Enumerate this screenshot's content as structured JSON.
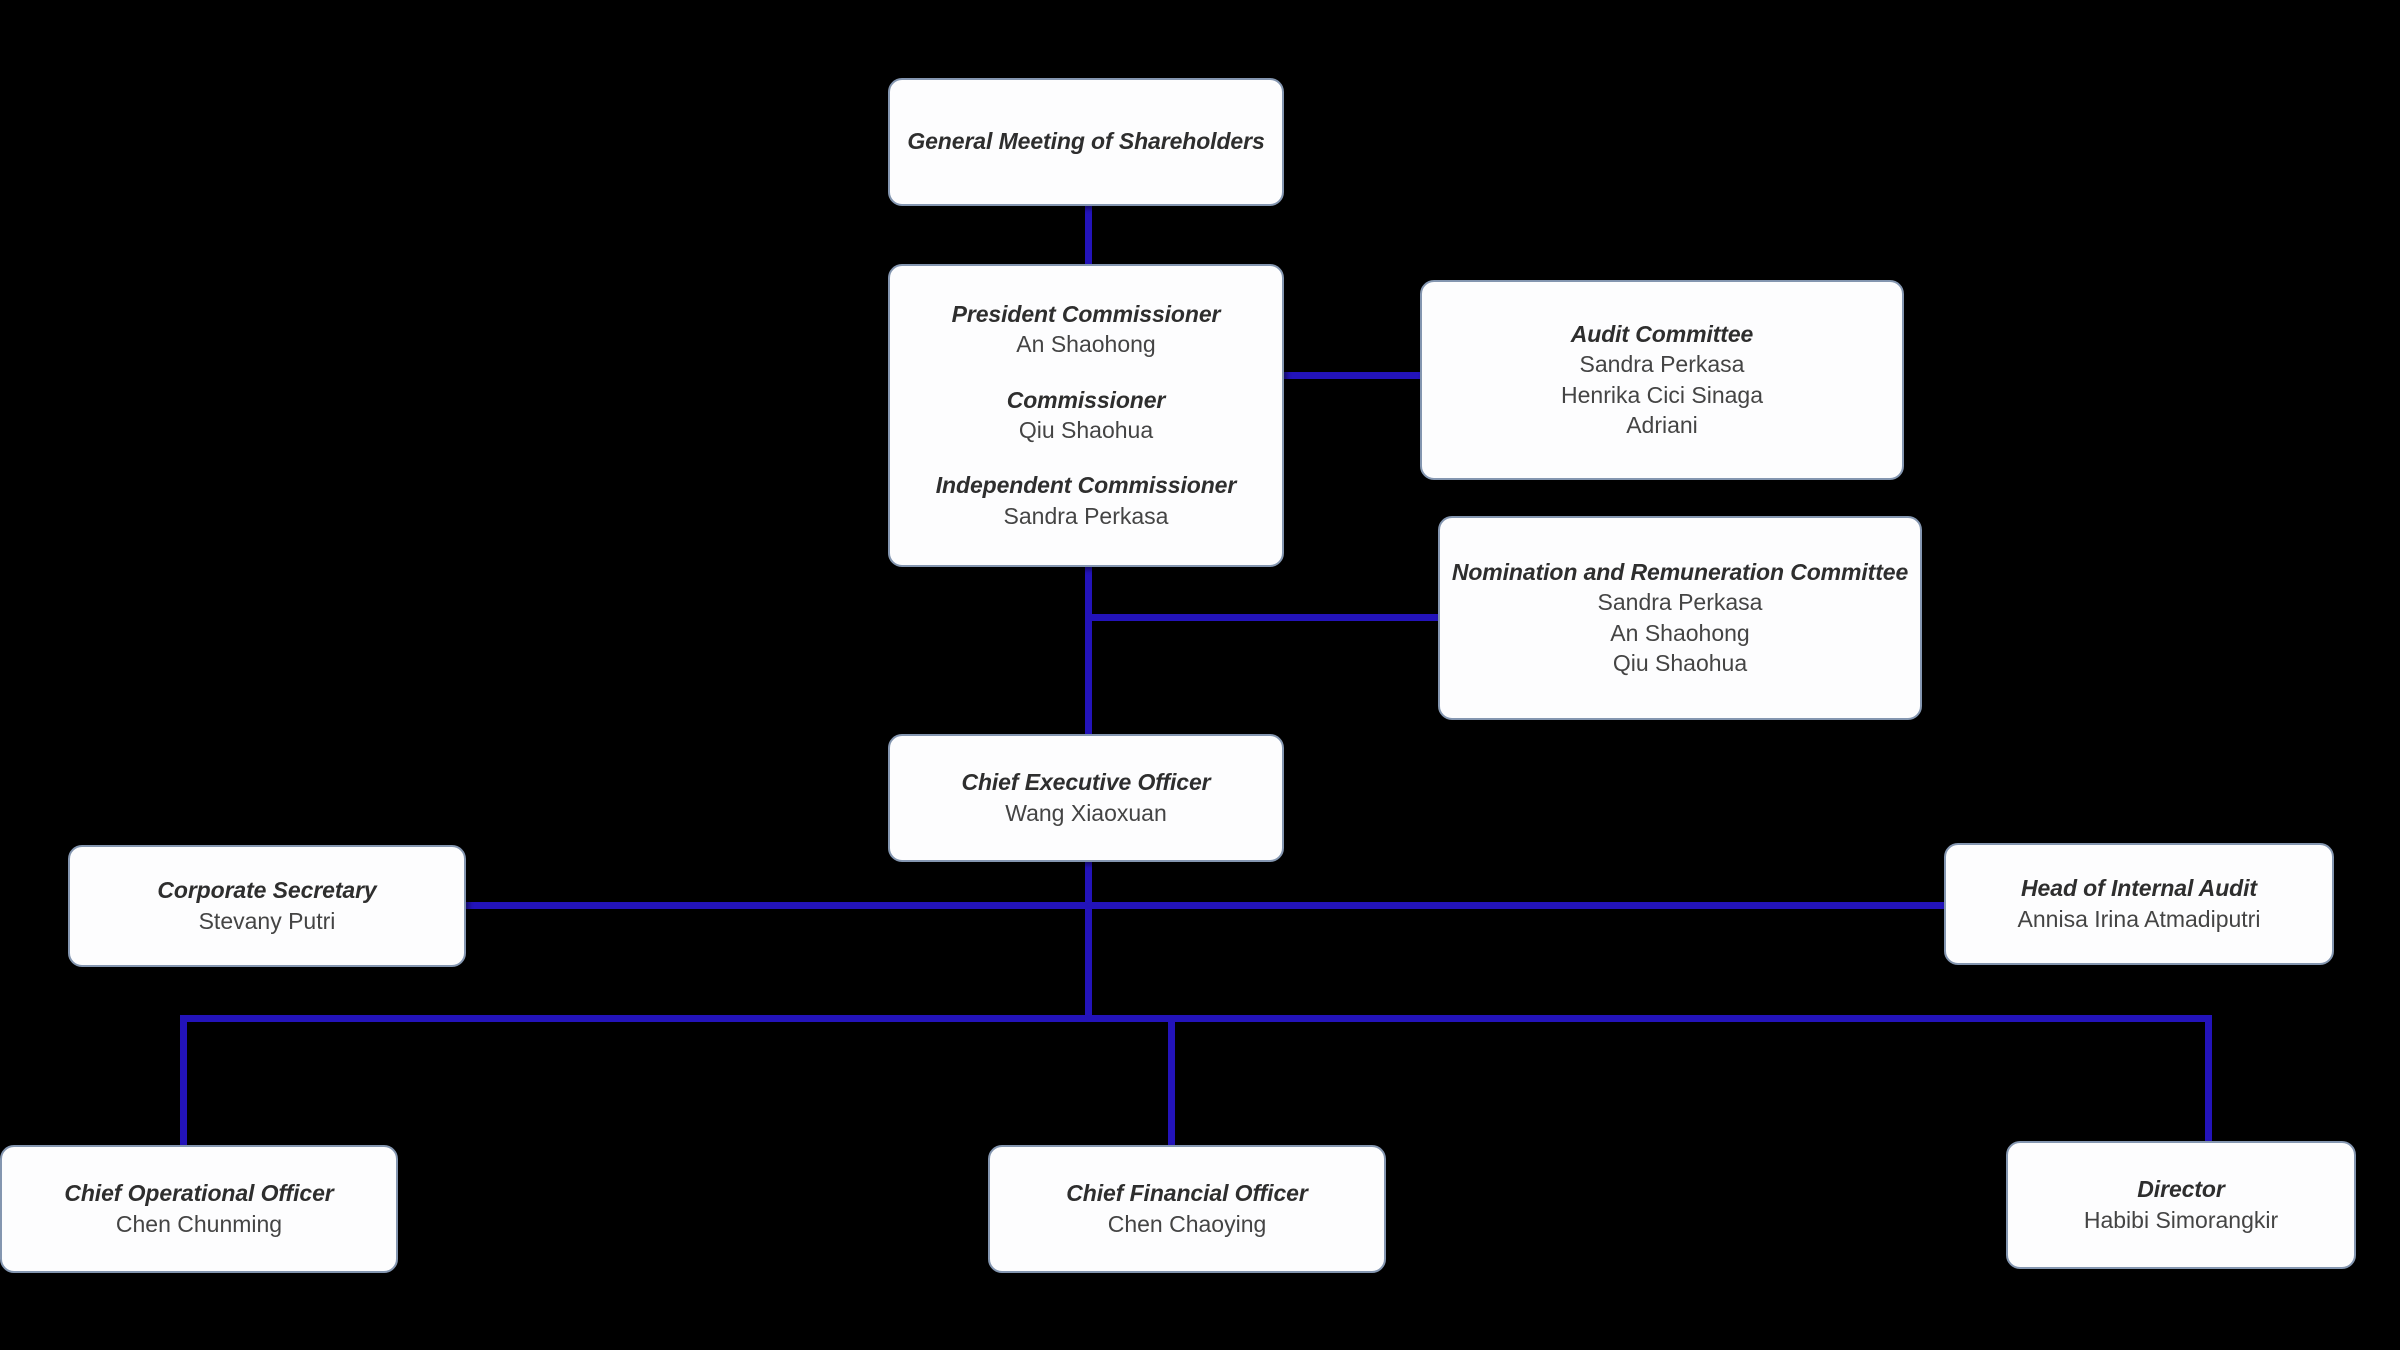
{
  "diagram": {
    "type": "organizational-chart",
    "accent_color": "#2313ba",
    "box_border_color": "#8496b0",
    "box_fill_color": "#fdfdfe",
    "background_color": "#000000"
  },
  "nodes": {
    "shareholders": {
      "title": "General Meeting of Shareholders",
      "people": []
    },
    "president_commissioner": {
      "groups": [
        {
          "title": "President Commissioner",
          "name": "An Shaohong"
        },
        {
          "title": "Commissioner",
          "name": "Qiu Shaohua"
        },
        {
          "title": "Independent Commissioner",
          "name": "Sandra Perkasa"
        }
      ]
    },
    "audit_committee": {
      "title": "Audit Committee",
      "people": [
        "Sandra Perkasa",
        "Henrika Cici Sinaga",
        "Adriani"
      ]
    },
    "nomination_remuneration_committee": {
      "title": "Nomination and Remuneration Committee",
      "people": [
        "Sandra Perkasa",
        "An Shaohong",
        "Qiu Shaohua"
      ]
    },
    "ceo": {
      "title": "Chief Executive Officer",
      "name": "Wang Xiaoxuan"
    },
    "corporate_secretary": {
      "title": "Corporate Secretary",
      "name": "Stevany Putri"
    },
    "head_of_internal_audit": {
      "title": "Head of Internal Audit",
      "name": "Annisa Irina Atmadiputri"
    },
    "coo": {
      "title": "Chief Operational Officer",
      "name": "Chen Chunming"
    },
    "cfo": {
      "title": "Chief Financial Officer",
      "name": "Chen Chaoying"
    },
    "director": {
      "title": "Director",
      "name": "Habibi Simorangkir"
    }
  }
}
